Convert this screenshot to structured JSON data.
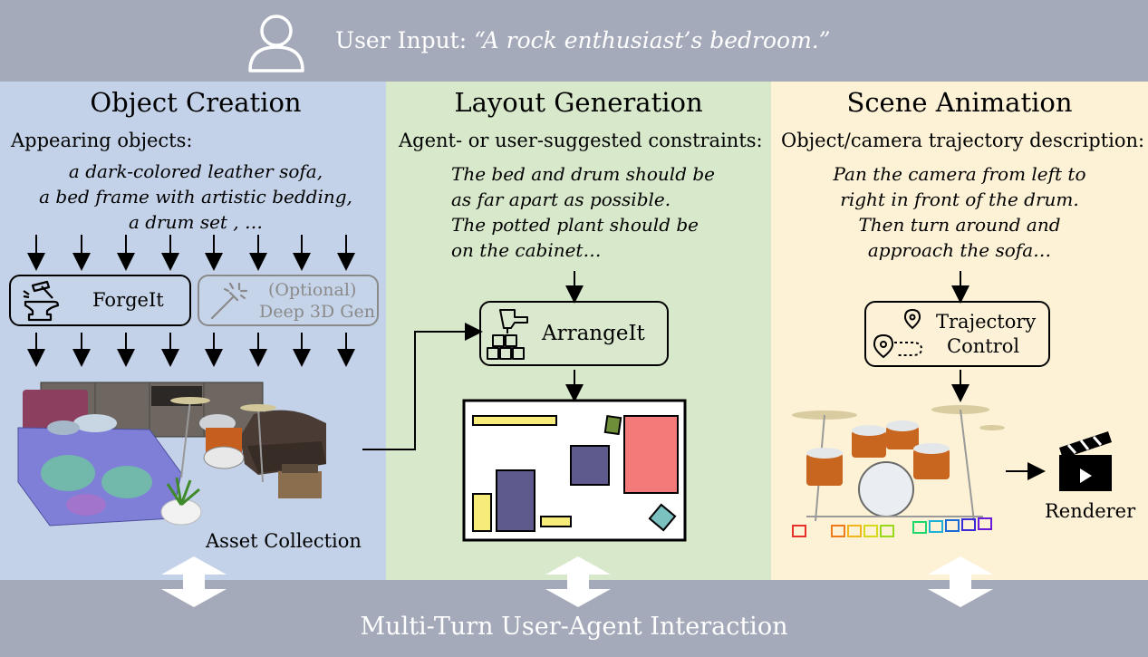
{
  "header": {
    "prefix": "User Input: ",
    "quote": "“A rock enthusiast’s bedroom.”"
  },
  "columns": {
    "object_creation": {
      "title": "Object Creation",
      "subtitle": "Appearing objects:",
      "lines": [
        "a dark-colored leather sofa,",
        "a bed frame with artistic bedding,",
        "a drum set , …"
      ],
      "forgeit_label": "ForgeIt",
      "optional_label": "(Optional)",
      "deep3d_label": "Deep 3D Gen",
      "asset_label": "Asset Collection"
    },
    "layout_generation": {
      "title": "Layout Generation",
      "subtitle": "Agent- or user-suggested constraints:",
      "lines": [
        "The bed and drum should be",
        "as far apart as possible.",
        "The  potted  plant  should  be",
        "on the cabinet…"
      ],
      "arrangeit_label": "ArrangeIt"
    },
    "scene_animation": {
      "title": "Scene Animation",
      "subtitle": "Object/camera trajectory description:",
      "lines": [
        "Pan the camera from left to",
        "right in front of the drum.",
        "Then turn around and",
        "approach the sofa…"
      ],
      "trajectory_label_1": "Trajectory",
      "trajectory_label_2": "Control",
      "renderer_label": "Renderer"
    }
  },
  "footer": {
    "label": "Multi-Turn User-Agent Interaction"
  },
  "colors": {
    "band": "#a4aab9",
    "col1": "#c3d2e8",
    "col2": "#d8e8cb",
    "col3": "#fdf2d6",
    "rect_yellow": "#f7ec7a",
    "rect_purple": "#5f5a8e",
    "rect_red": "#f47a7a",
    "rect_green": "#6e8e3a",
    "rect_teal": "#7bc1bf"
  },
  "icons": [
    "user-icon",
    "anvil-icon",
    "magic-wand-icon",
    "robot-hand-blocks-icon",
    "location-path-icon",
    "clapperboard-icon",
    "double-arrow-icon"
  ]
}
